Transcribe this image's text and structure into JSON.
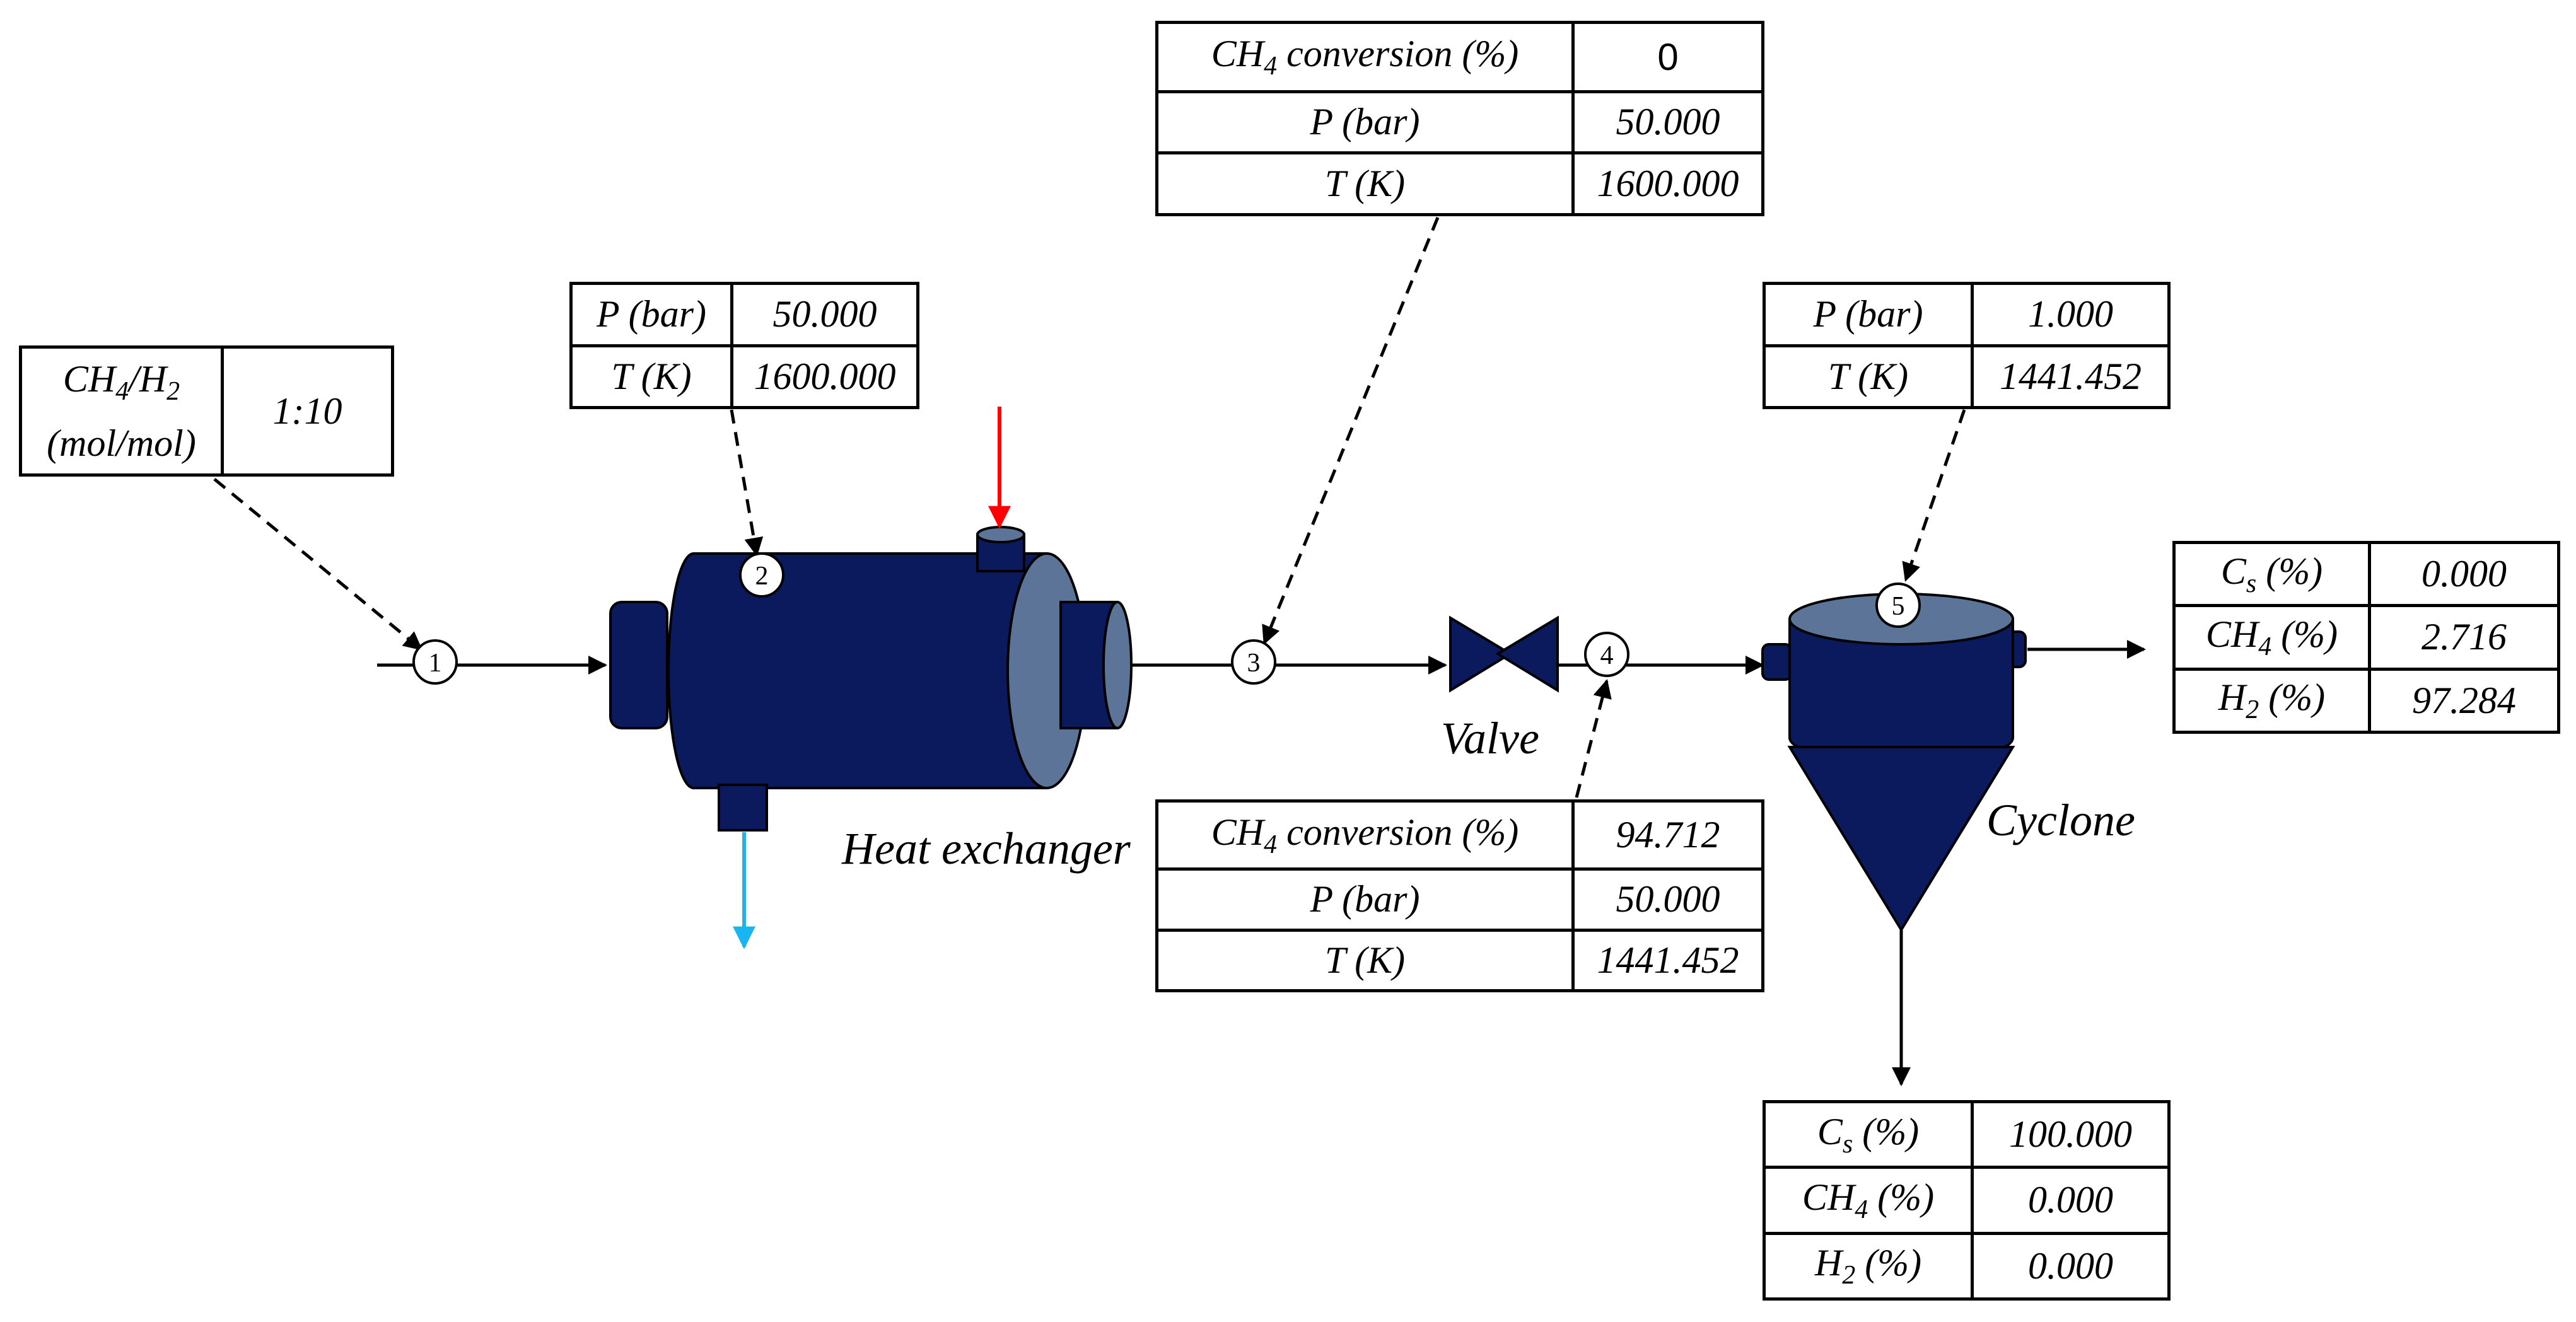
{
  "feed_table": {
    "param": "CH4/H2",
    "unit": "(mol/mol)",
    "value": "1:10"
  },
  "stream2_table": [
    {
      "param": "P (bar)",
      "value": "50.000"
    },
    {
      "param": "T (K)",
      "value": "1600.000"
    }
  ],
  "stream3_table": [
    {
      "param": "CH4 conversion (%)",
      "value": "0"
    },
    {
      "param": "P (bar)",
      "value": "50.000"
    },
    {
      "param": "T (K)",
      "value": "1600.000"
    }
  ],
  "stream4_table": [
    {
      "param": "CH4 conversion (%)",
      "value": "94.712"
    },
    {
      "param": "P (bar)",
      "value": "50.000"
    },
    {
      "param": "T (K)",
      "value": "1441.452"
    }
  ],
  "stream5_table": [
    {
      "param": "P (bar)",
      "value": "1.000"
    },
    {
      "param": "T (K)",
      "value": "1441.452"
    }
  ],
  "gas_outlet_table": [
    {
      "param": "Cs (%)",
      "value": "0.000"
    },
    {
      "param": "CH4 (%)",
      "value": "2.716"
    },
    {
      "param": "H2 (%)",
      "value": "97.284"
    }
  ],
  "solid_outlet_table": [
    {
      "param": "Cs (%)",
      "value": "100.000"
    },
    {
      "param": "CH4 (%)",
      "value": "0.000"
    },
    {
      "param": "H2 (%)",
      "value": "0.000"
    }
  ],
  "labels": {
    "heat_exchanger": "Heat exchanger",
    "valve": "Valve",
    "cyclone": "Cyclone"
  },
  "nodes": [
    "1",
    "2",
    "3",
    "4",
    "5"
  ],
  "colors": {
    "equipment": "#0a1a5c",
    "equipment_rim": "#5d7499",
    "hot_stream": "#ff0000",
    "cold_stream": "#19b5f0"
  }
}
